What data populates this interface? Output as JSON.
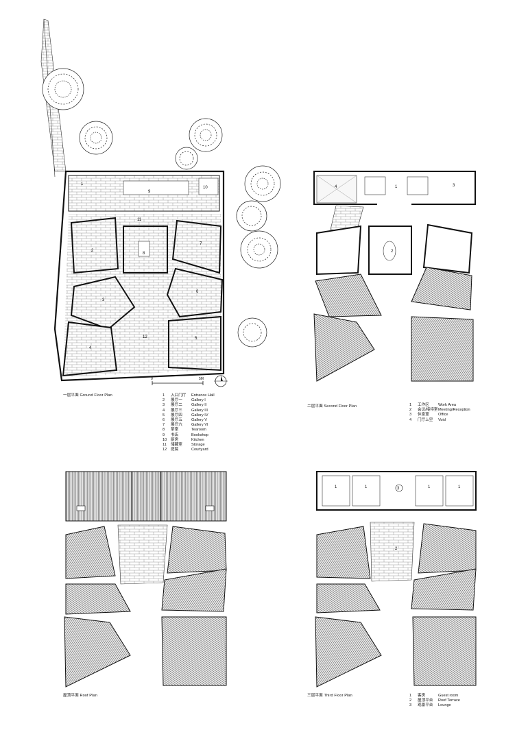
{
  "ground": {
    "caption_cn": "一层平面",
    "caption_en": "Ground Floor Plan",
    "scale_zero": "0",
    "scale_end": "5M",
    "rooms": [
      "1",
      "9",
      "10",
      "11",
      "2",
      "8",
      "7",
      "3",
      "6",
      "4",
      "12",
      "5"
    ],
    "legend": [
      {
        "n": "1",
        "cn": "入口门厅",
        "en": "Entrance Hall"
      },
      {
        "n": "2",
        "cn": "展厅一",
        "en": "Gallery I"
      },
      {
        "n": "3",
        "cn": "展厅二",
        "en": "Gallery II"
      },
      {
        "n": "4",
        "cn": "展厅三",
        "en": "Gallery III"
      },
      {
        "n": "5",
        "cn": "展厅四",
        "en": "Gallery IV"
      },
      {
        "n": "6",
        "cn": "展厅五",
        "en": "Gallery V"
      },
      {
        "n": "7",
        "cn": "展厅六",
        "en": "Gallery VI"
      },
      {
        "n": "8",
        "cn": "茶室",
        "en": "Tearoom"
      },
      {
        "n": "9",
        "cn": "书店",
        "en": "Bookshop"
      },
      {
        "n": "10",
        "cn": "厨房",
        "en": "Kitchen"
      },
      {
        "n": "11",
        "cn": "储藏室",
        "en": "Storage"
      },
      {
        "n": "12",
        "cn": "庭院",
        "en": "Courtyard"
      }
    ]
  },
  "second": {
    "caption_cn": "二层平面",
    "caption_en": "Second Floor Plan",
    "rooms": [
      "4",
      "1",
      "3",
      "2"
    ],
    "legend": [
      {
        "n": "1",
        "cn": "工作区",
        "en": "Work Area"
      },
      {
        "n": "2",
        "cn": "会议/接待室",
        "en": "Meeting/Reception"
      },
      {
        "n": "3",
        "cn": "休息室",
        "en": "Office"
      },
      {
        "n": "4",
        "cn": "门厅上空",
        "en": "Void"
      }
    ]
  },
  "roof": {
    "caption_cn": "屋顶平面",
    "caption_en": "Roof Plan"
  },
  "third": {
    "caption_cn": "三层平面",
    "caption_en": "Third Floor Plan",
    "rooms": [
      "1",
      "1",
      "1",
      "1",
      "3",
      "2"
    ],
    "legend": [
      {
        "n": "1",
        "cn": "客房",
        "en": "Guest room"
      },
      {
        "n": "2",
        "cn": "屋顶平台",
        "en": "Roof Terrace"
      },
      {
        "n": "3",
        "cn": "观景平台",
        "en": "Lounge"
      }
    ]
  }
}
